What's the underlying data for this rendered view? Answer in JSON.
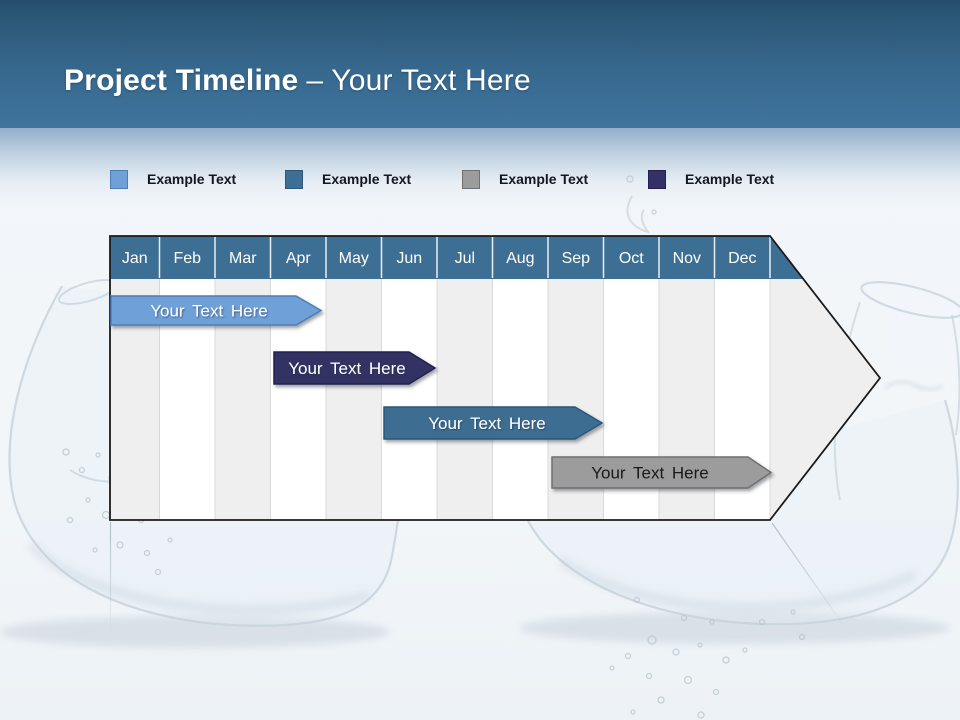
{
  "title": {
    "main": "Project Timeline",
    "suffix": "– Your Text Here"
  },
  "legend": {
    "items": [
      {
        "label": "Example Text",
        "color": "#6FA0D8"
      },
      {
        "label": "Example Text",
        "color": "#3D6E94"
      },
      {
        "label": "Example Text",
        "color": "#9C9C9C"
      },
      {
        "label": "Example Text",
        "color": "#343165"
      }
    ]
  },
  "timeline": {
    "months": [
      "Jan",
      "Feb",
      "Mar",
      "Apr",
      "May",
      "Jun",
      "Jul",
      "Aug",
      "Sep",
      "Oct",
      "Nov",
      "Dec"
    ],
    "header_color": "#3D6E94",
    "stripe_gray": "#EFEFEF",
    "stripe_white": "#FFFFFF",
    "bars": [
      {
        "label": "Your Text Here",
        "color": "#6FA0D8",
        "text_color": "#FFFFFF",
        "span": "Jan–Apr"
      },
      {
        "label": "Your Text Here",
        "color": "#333063",
        "text_color": "#FFFFFF",
        "span": "Apr–Jun"
      },
      {
        "label": "Your Text Here",
        "color": "#3C6E92",
        "text_color": "#FFFFFF",
        "span": "Jun–Oct"
      },
      {
        "label": "Your Text Here",
        "color": "#9C9C9C",
        "text_color": "#1A1A1A",
        "span": "Sep–Dec"
      }
    ]
  }
}
